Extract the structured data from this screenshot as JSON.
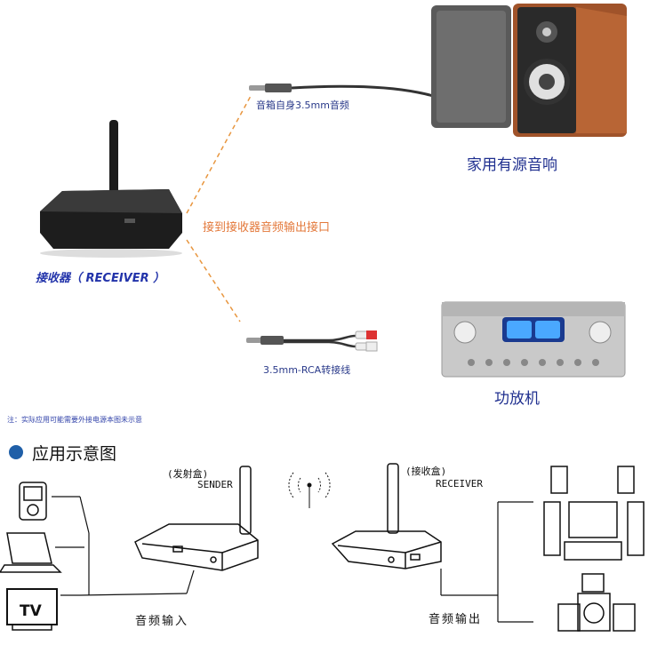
{
  "top": {
    "receiver_label": "接收器（ RECEIVER ）",
    "cable_35_label": "音箱自身3.5mm音频",
    "speakers_label": "家用有源音响",
    "output_label": "接到接收器音频输出接口",
    "cable_rca_label": "3.5mm-RCA转接线",
    "amplifier_label": "功放机",
    "note": "注：实际应用可能需要外接电源本图未示意"
  },
  "bottom": {
    "section_title": "应用示意图",
    "sender_cn": "(发射盒)",
    "sender_en": "SENDER",
    "receiver_cn": "(接收盒)",
    "receiver_en": "RECEIVER",
    "audio_in": "音频输入",
    "audio_out": "音频输出",
    "tv_text": "TV"
  },
  "colors": {
    "dash_line": "#e8963f",
    "bullet": "#1f5fa8",
    "speaker_wood": "#a0532a"
  }
}
